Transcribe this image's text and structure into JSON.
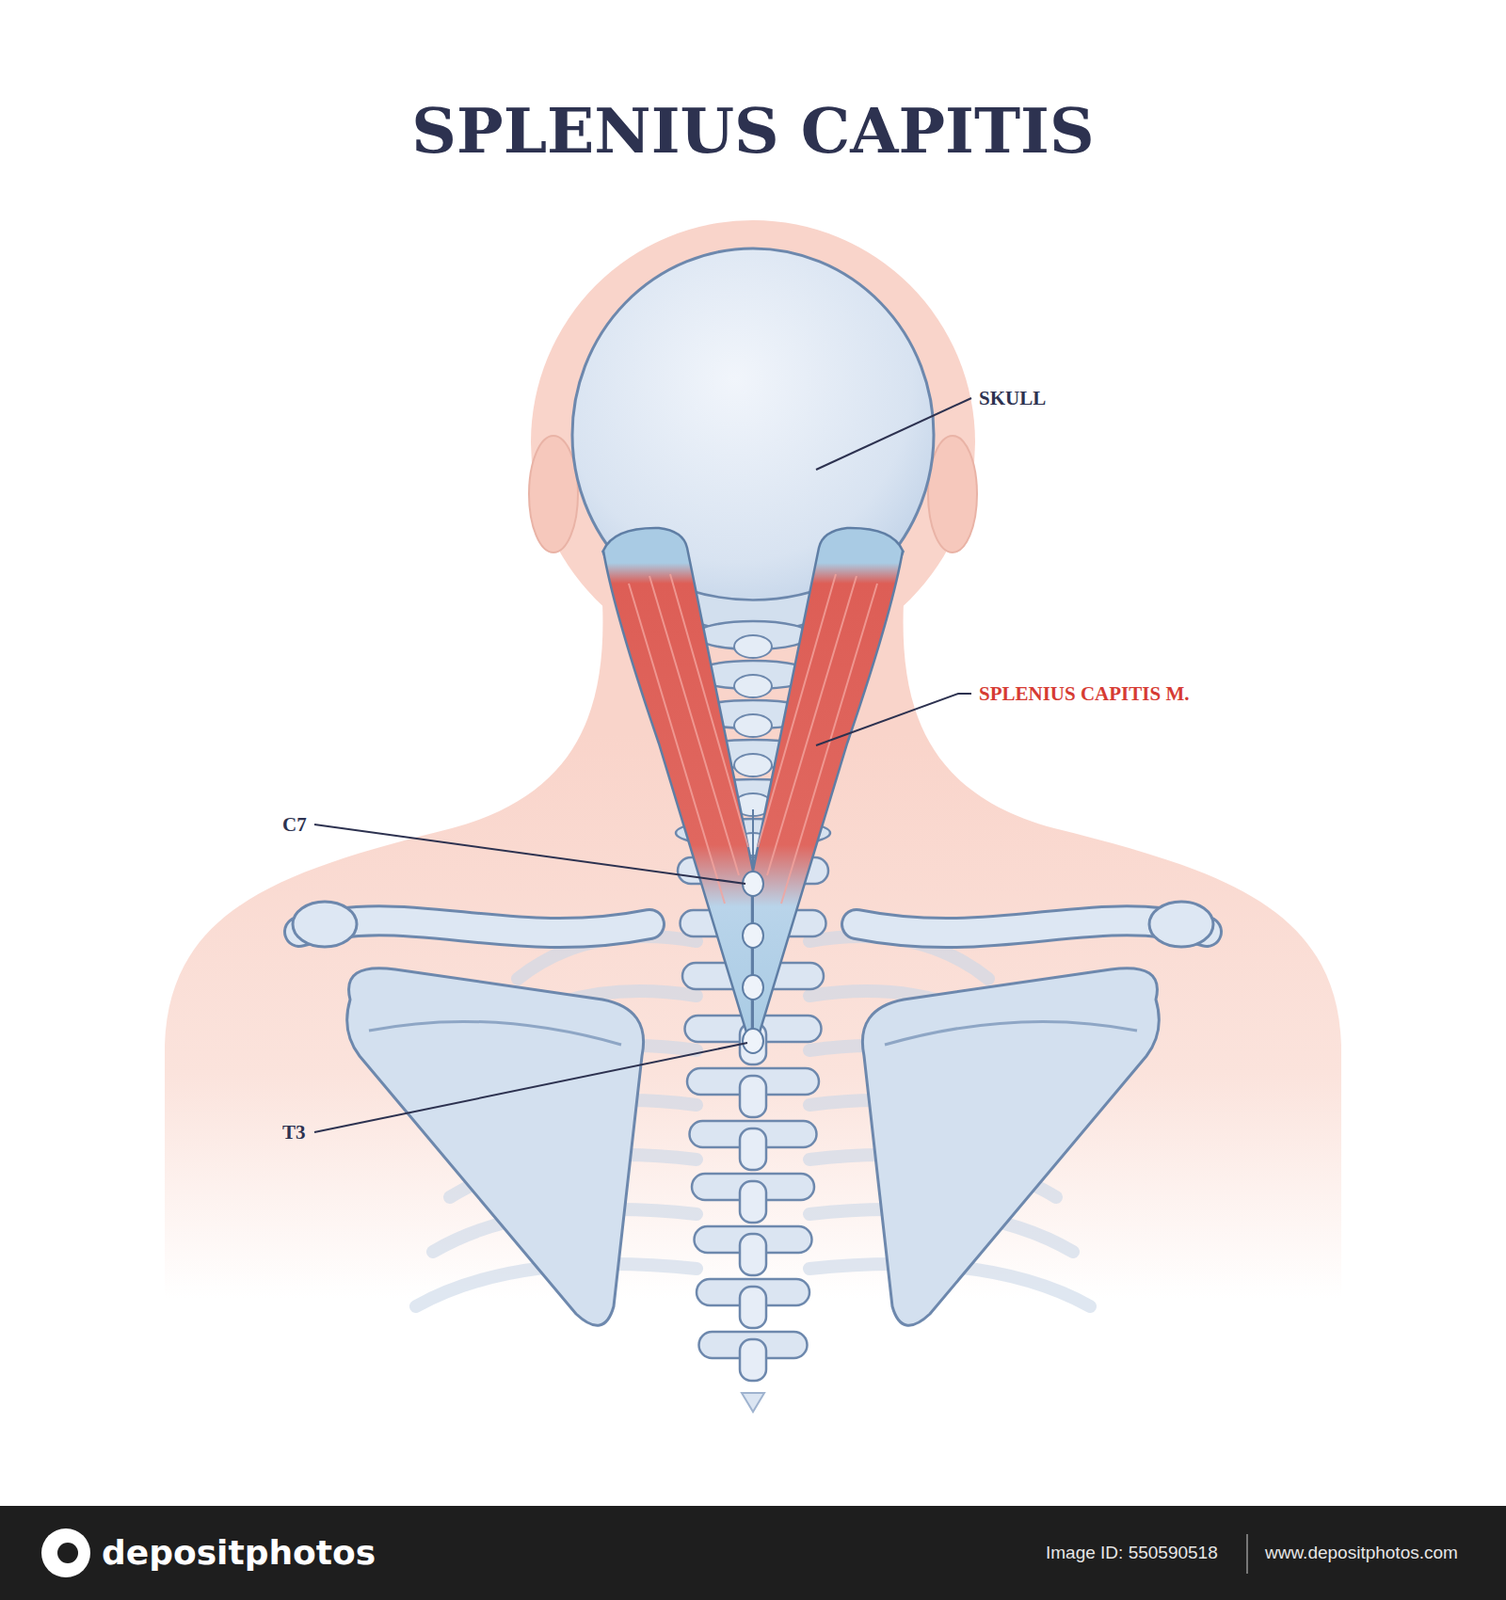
{
  "diagram": {
    "title": "SPLENIUS CAPITIS",
    "labels": [
      "SKULL",
      "SPLENIUS CAPITIS M.",
      "C7",
      "T3",
      "depositphotos",
      "Image ID: 550590518",
      "www.depositphotos.com"
    ]
  }
}
